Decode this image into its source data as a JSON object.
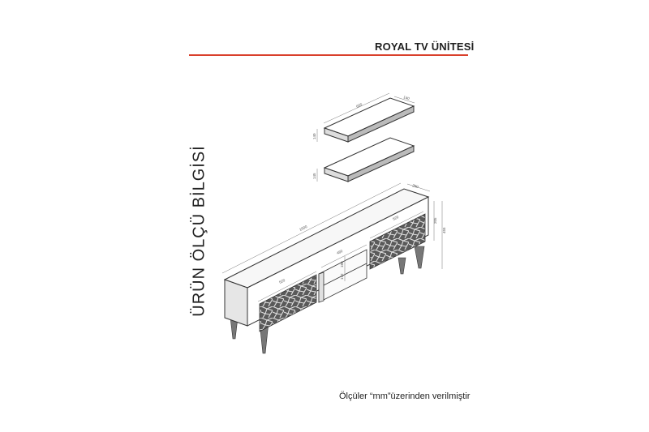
{
  "header": {
    "title": "ROYAL TV ÜNİTESİ",
    "accent_color": "#d9402b"
  },
  "side_title": "ÜRÜN ÖLÇÜ BİLGİSİ",
  "footnote": "Ölçüler “mm”üzerinden verilmiştir",
  "dimensions": {
    "shelf_length": "600",
    "shelf_depth": "140",
    "shelf_thickness": "140",
    "shelf_gap": "145",
    "unit_length": "1500",
    "unit_depth": "280",
    "door_width_left": "520",
    "door_width_right": "520",
    "middle_width": "460",
    "middle_shelf_height": "172",
    "middle_upper": "180",
    "body_height": "205",
    "total_height": "455"
  }
}
